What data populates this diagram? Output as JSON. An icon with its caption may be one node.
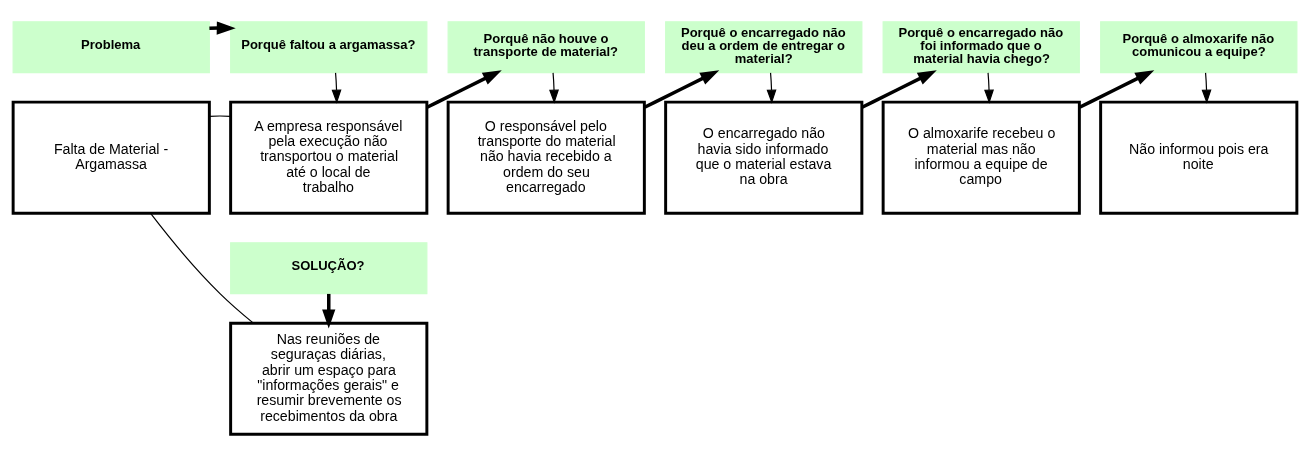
{
  "diagram": {
    "nodes": [
      {
        "text": [
          "Problema"
        ]
      },
      {
        "text": [
          "Falta de Material - Argamassa"
        ]
      },
      {
        "text": [
          "Porquê faltou a argamassa?"
        ]
      },
      {
        "text": [
          "A empresa responsável pela execução não transportou o material até o local de trabalho"
        ]
      },
      {
        "text": [
          "Porquê não houve o transporte de material?"
        ]
      },
      {
        "text": [
          "O responsável pelo transporte do material não havia recebido a ordem do seu encarregado"
        ]
      },
      {
        "text": [
          "Porquê o encarregado não deu a ordem de entregar o material?"
        ]
      },
      {
        "text": [
          "O encarregado não havia sido informado que o material estava na obra"
        ]
      },
      {
        "text": [
          "Porquê o encarregado não foi informado que o material havia chego?"
        ]
      },
      {
        "text": [
          "O almoxarife recebeu o material mas não informou a equipe de campo"
        ]
      },
      {
        "text": [
          "Porquê o almoxarife não comunicou a equipe?"
        ]
      },
      {
        "text": [
          "Não informou pois era noite"
        ]
      },
      {
        "text": [
          "SOLUÇÃO?"
        ]
      },
      {
        "text": [
          "Nas reuniões de seguraças diárias, abrir um espaço para \"informações gerais\" e resumir brevemente os recebimentos da obra"
        ]
      }
    ],
    "edges": [
      {
        "from": 0,
        "to": 2,
        "arrow": "to",
        "style": "thick"
      },
      {
        "from": 2,
        "to": 3,
        "arrow": "to"
      },
      {
        "from": 3,
        "to": 4,
        "arrow": "to",
        "style": "thick"
      },
      {
        "from": 4,
        "to": 5,
        "arrow": "to"
      },
      {
        "from": 5,
        "to": 6,
        "arrow": "to",
        "style": "thick"
      },
      {
        "from": 6,
        "to": 7,
        "arrow": "to"
      },
      {
        "from": 7,
        "to": 8,
        "arrow": "to",
        "style": "thick"
      },
      {
        "from": 8,
        "to": 9,
        "arrow": "to"
      },
      {
        "from": 9,
        "to": 10,
        "arrow": "to",
        "style": "thick"
      },
      {
        "from": 10,
        "to": 11,
        "arrow": "to"
      },
      {
        "from": 1,
        "to": 3,
        "arrow": "none"
      },
      {
        "from": 1,
        "to": 13,
        "arrow": "none"
      },
      {
        "from": 12,
        "to": 13,
        "arrow": "to",
        "style": "thick"
      }
    ]
  }
}
